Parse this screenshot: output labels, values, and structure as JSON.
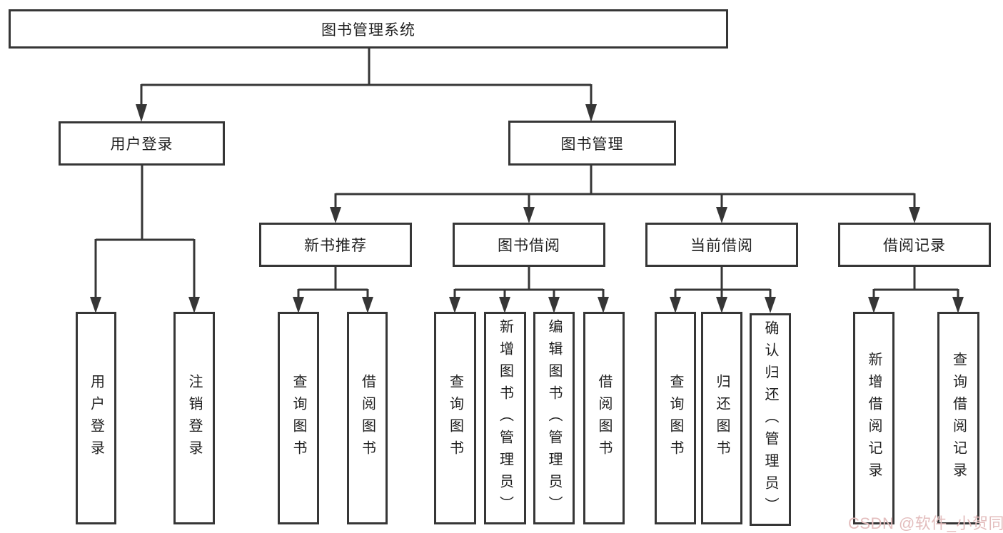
{
  "diagram": {
    "title": "图书管理系统",
    "root": {
      "label": "图书管理系统"
    },
    "level2": [
      {
        "label": "用户登录",
        "children": [
          {
            "label": "用户登录"
          },
          {
            "label": "注销登录"
          }
        ]
      },
      {
        "label": "图书管理",
        "children": [
          {
            "label": "新书推荐",
            "children": [
              {
                "label": "查询图书"
              },
              {
                "label": "借阅图书"
              }
            ]
          },
          {
            "label": "图书借阅",
            "children": [
              {
                "label": "查询图书"
              },
              {
                "label": "新增图书（管理员）"
              },
              {
                "label": "编辑图书（管理员）"
              },
              {
                "label": "借阅图书"
              }
            ]
          },
          {
            "label": "当前借阅",
            "children": [
              {
                "label": "查询图书"
              },
              {
                "label": "归还图书"
              },
              {
                "label": "确认归还（管理员）"
              }
            ]
          },
          {
            "label": "借阅记录",
            "children": [
              {
                "label": "新增借阅记录"
              },
              {
                "label": "查询借阅记录"
              }
            ]
          }
        ]
      }
    ]
  },
  "watermark": {
    "text": "CSDN @软件_小贺同学",
    "color": "#e3bdbd"
  },
  "colors": {
    "line": "#363636",
    "box_border": "#363636",
    "text": "#1f1f1f",
    "background": "#ffffff"
  }
}
